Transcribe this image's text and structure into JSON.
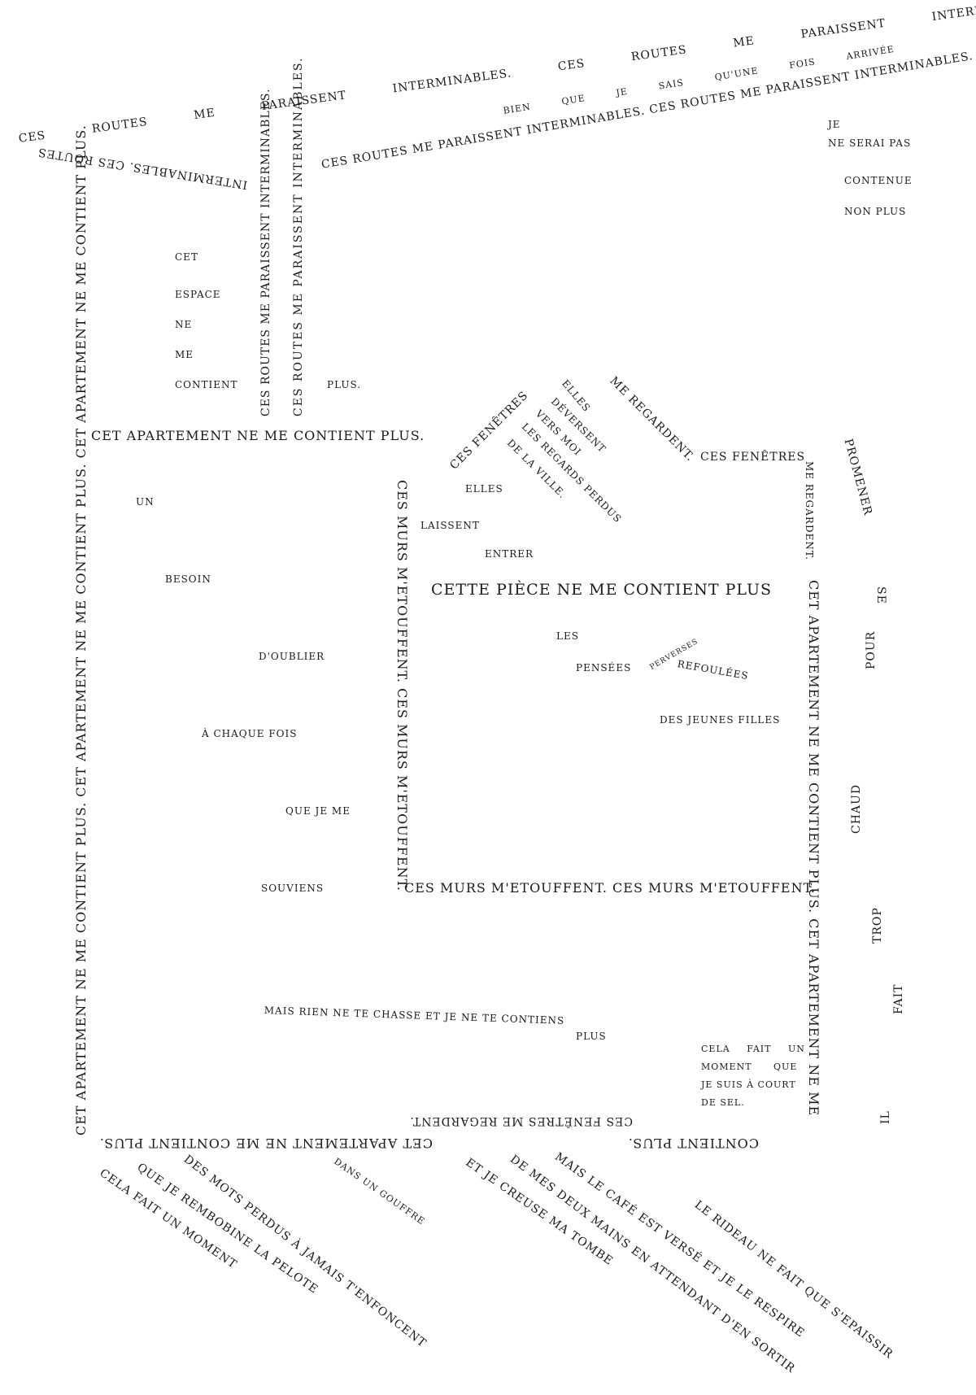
{
  "roads": {
    "r1": "Ces routes me paraissent interminables. Ces routes me paraissent interminables",
    "r2": "bien que je sais qu'une fois arrivée",
    "r3": "Ces routes me paraissent interminables. Ces routes me paraissent interminables. Ces routes me",
    "r4": "interminables. Ces routes",
    "r5": "Je",
    "r6": "ne serai pas",
    "r7": "contenue",
    "r8": "non plus",
    "r9": "Ces routes me paraissent interminables.",
    "r10": "Ces routes me paraissent interminables."
  },
  "space": {
    "w1": "cet",
    "w2": "espace",
    "w3": "ne",
    "w4": "me",
    "w5": "contient",
    "w6": "plus."
  },
  "apartment": {
    "top": "Cet apartement ne me contient plus.",
    "left": "Cet apartement ne me contient plus. Cet apartement ne me contient plus. Cet apartement ne me contient plus.",
    "bottom": "Cet apartement ne me contient plus.",
    "bottom2": "Ces fenêtres me regardent.",
    "bottom3": "contient plus.",
    "right": "Cet apartement ne me contient plus. Cet apartement ne me"
  },
  "left_room": {
    "w1": "un",
    "w2": "besoin",
    "w3": "d'oublier",
    "w4": "à chaque fois",
    "w5": "que je me",
    "w6": "souviens",
    "footer1": "mais rien ne te chasse et je ne te contiens",
    "footer2": "plus"
  },
  "walls": {
    "vertical": "Ces murs m'etouffent. Ces murs m'etouffent.",
    "horizontal": "Ces murs m'etouffent. Ces murs m'etouffent."
  },
  "windows": {
    "f1": "Ces fenêtres",
    "elles": "Elles",
    "laissent": "laissent",
    "entrer": "entrer",
    "elles2": "Elles",
    "deversent": "déversent",
    "vers_moi": "vers moi",
    "regards": "les regards perdus",
    "ville": "de la ville.",
    "regardent": "me regardent.",
    "f2": "ces fenêtres",
    "regardent2": "me regardent."
  },
  "room": {
    "title": "Cette pièce ne me contient plus",
    "les": "les",
    "pensees": "pensées",
    "perverses": "perverses",
    "refoulees": "refoulées",
    "jeunes": "des jeunes filles",
    "sel1": "cela fait un",
    "sel2": "moment que",
    "sel3": "je suis à court",
    "sel4": "de sel."
  },
  "side": {
    "promener": "promener",
    "se": "se",
    "pour": "pour",
    "chaud": "chaud",
    "trop": "trop",
    "fait": "fait",
    "il": "Il"
  },
  "bottom_lines": {
    "l1": "cela fait un moment",
    "l2": "que je rembobine la pelote",
    "l3": "des mots perdus à jamais t'enfoncent",
    "l4": "dans un gouffre",
    "l5": "et je creuse ma tombe",
    "l6": "de mes deux mains en attendant d'en sortir",
    "l7": "mais le café est versé et je le respire",
    "l8": "le rideau ne fait que s'epaissir"
  }
}
